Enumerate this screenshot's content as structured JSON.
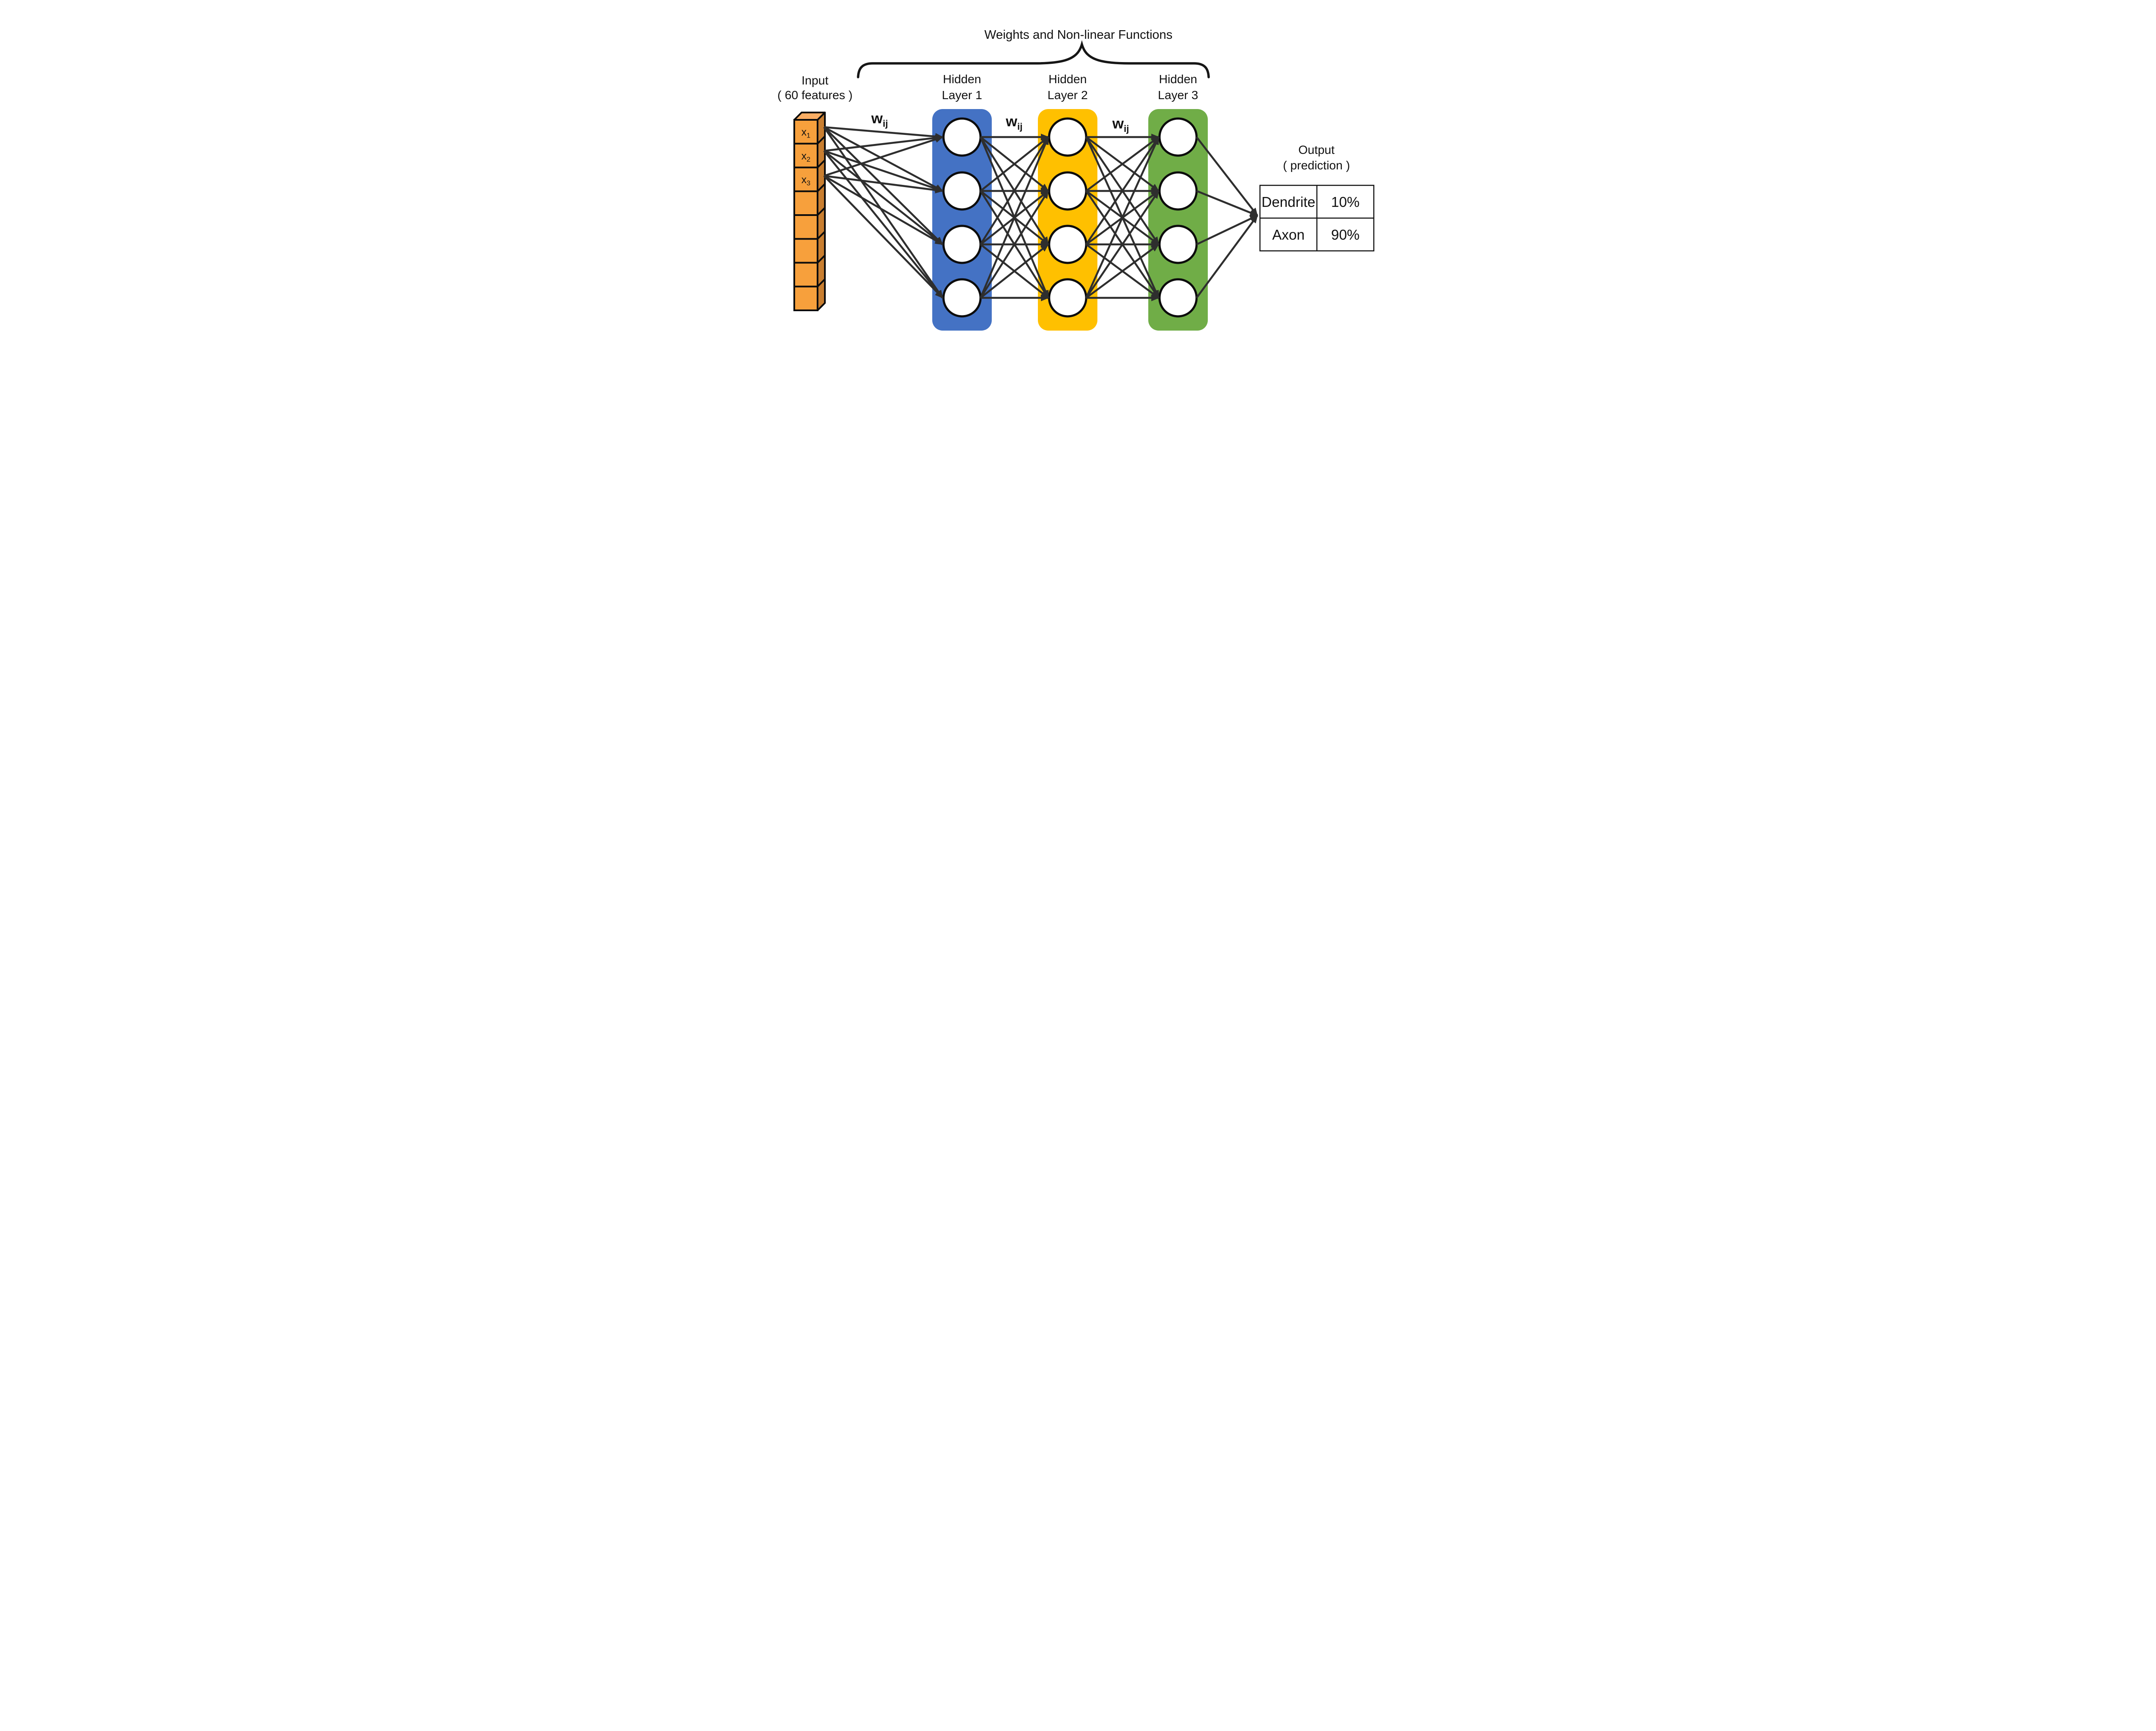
{
  "title": "Weights and Non-linear Functions",
  "input_column": {
    "title_lines": [
      "Input",
      "( 60 features )"
    ],
    "box_count": 8,
    "labeled_boxes": [
      {
        "base": "x",
        "sub": "1"
      },
      {
        "base": "x",
        "sub": "2"
      },
      {
        "base": "x",
        "sub": "3"
      }
    ]
  },
  "layers": [
    {
      "label_lines": [
        "Hidden",
        "Layer 1"
      ],
      "color": "#4472C4",
      "neurons": 4
    },
    {
      "label_lines": [
        "Hidden",
        "Layer 2"
      ],
      "color": "#FFC000",
      "neurons": 4
    },
    {
      "label_lines": [
        "Hidden",
        "Layer 3"
      ],
      "color": "#70AD47",
      "neurons": 4
    }
  ],
  "weight_labels": [
    {
      "base": "w",
      "sub": "ij"
    },
    {
      "base": "w",
      "sub": "ij"
    },
    {
      "base": "w",
      "sub": "ij"
    }
  ],
  "output": {
    "title_lines": [
      "Output",
      "( prediction )"
    ],
    "table": {
      "rows": [
        [
          "Dendrite",
          "10%"
        ],
        [
          "Axon",
          "90%"
        ]
      ]
    }
  },
  "colors": {
    "input_front": "#F7A03C",
    "input_side": "#C87E30",
    "input_top": "#FBAE64",
    "layer_blue": "#4472C4",
    "layer_yellow": "#FFC000",
    "layer_green": "#70AD47",
    "arrow": "#2E2E2E",
    "neuron_fill": "#FFFFFF",
    "outline": "#111111"
  }
}
